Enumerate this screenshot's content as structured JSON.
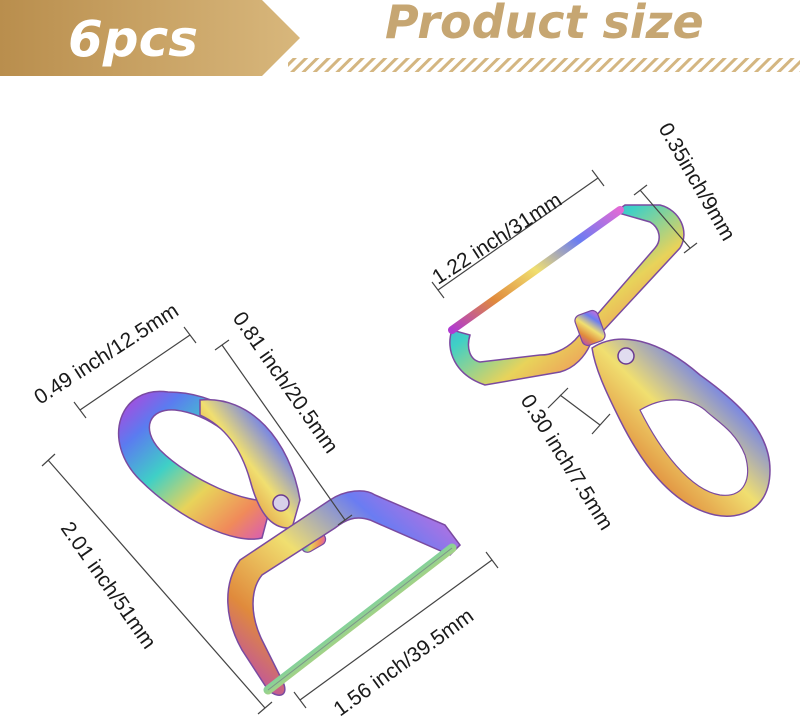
{
  "header": {
    "count_label": "6pcs",
    "title": "Product size"
  },
  "colors": {
    "banner_gold": "#c9a15e",
    "title_gold": "#c6a672",
    "stripe_gold": "#cfae73"
  },
  "dimensions": {
    "left_clasp_width": "0.49 inch/12.5mm",
    "left_neck_length": "0.81 inch/20.5mm",
    "left_total_length": "2.01 inch/51mm",
    "left_ring_width": "1.56 inch/39.5mm",
    "right_ring_width": "1.22 inch/31mm",
    "right_ring_depth": "0.35inch/9mm",
    "right_hook_opening": "0.30 inch/7.5mm"
  },
  "images": {
    "left_item": "rainbow-swivel-snap-hook-large",
    "right_item": "rainbow-swivel-snap-hook-small"
  }
}
